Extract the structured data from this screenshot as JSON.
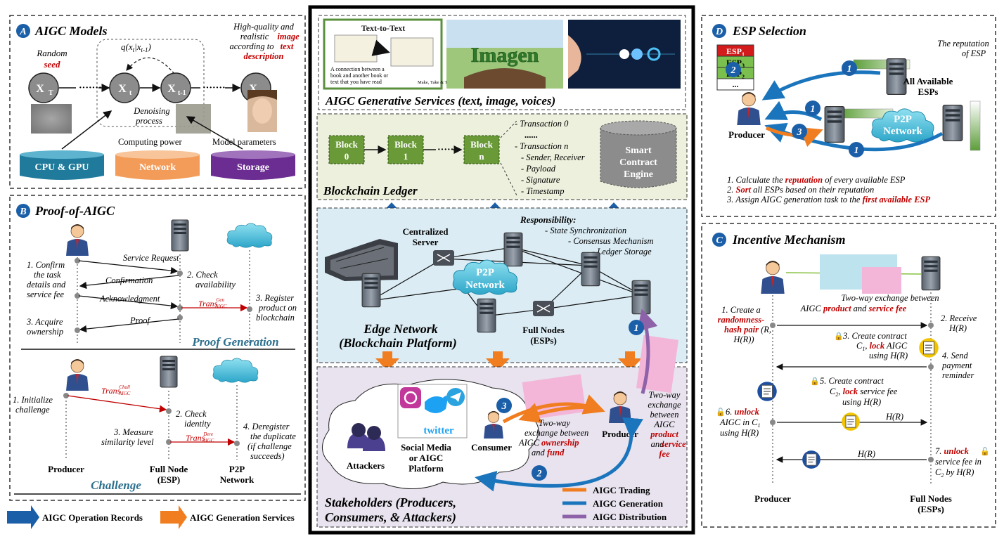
{
  "panelA": {
    "badge": "A",
    "title": "AIGC Models",
    "random": "Random",
    "seed": "seed",
    "hq1": "High-quality and",
    "hq2": "realistic",
    "hq_image": "image",
    "hq3": "according to",
    "hq_text": "text",
    "hq4": "description",
    "formula": "q(x",
    "nodes": [
      "X",
      "X",
      "X",
      "X"
    ],
    "denoise1": "Denoising",
    "denoise2": "process",
    "computing": "Computing power",
    "model_params": "Model parameters",
    "resources": [
      {
        "label": "CPU & GPU",
        "color": "#1f7a9b"
      },
      {
        "label": "Network",
        "color": "#f39c5a"
      },
      {
        "label": "Storage",
        "color": "#6b2d91"
      }
    ]
  },
  "panelB": {
    "badge": "B",
    "title": "Proof-of-AIGC",
    "left1": [
      "1. Confirm",
      "the task",
      "details and",
      "service fee"
    ],
    "left3": [
      "3. Acquire",
      "ownership"
    ],
    "check": [
      "2. Check",
      "availability"
    ],
    "register": [
      "3. Register",
      "product on",
      "blockchain"
    ],
    "msgs": [
      "Service Request",
      "Confirmation",
      "Acknowledgment",
      "Proof"
    ],
    "trans_gen": "Trans",
    "proof_generation": "Proof Generation",
    "init": [
      "1. Initialize",
      "challenge"
    ],
    "check_id": [
      "2. Check",
      "identity"
    ],
    "measure": [
      "3. Measure",
      "similarity level"
    ],
    "dereg": [
      "4. Deregister",
      "the duplicate",
      "(if challenge",
      "succeeds)"
    ],
    "producer": "Producer",
    "full_node": [
      "Full Node",
      "(ESP)"
    ],
    "p2p": [
      "P2P",
      "Network"
    ],
    "challenge": "Challenge"
  },
  "center": {
    "services_title": "AIGC Generative Services (text, image, voices)",
    "ttt_title": "Text-to-Text",
    "ttt_caption1": "A connection between a",
    "ttt_caption2": "book and another book or",
    "ttt_caption3": "text that you have read",
    "ttt_brand": "Make, Take & Teach",
    "imagen": "Imagen",
    "blocks": [
      {
        "title": "Block",
        "sub": "0"
      },
      {
        "title": "Block",
        "sub": "1"
      },
      {
        "title": "Block",
        "sub": "n"
      }
    ],
    "tx": [
      "- Transaction 0",
      "......",
      "- Transaction n",
      "- Sender, Receiver",
      "- Payload",
      "- Signature",
      "- Timestamp"
    ],
    "smart": [
      "Smart",
      "Contract",
      "Engine"
    ],
    "ledger": "Blockchain Ledger",
    "centralized": [
      "Centralized",
      "Server"
    ],
    "responsibility": "Responsibility:",
    "resp_items": [
      "- State Synchronization",
      "- Consensus Mechanism",
      "- Ledger Storage"
    ],
    "p2p": [
      "P2P",
      "Network"
    ],
    "full_nodes": [
      "Full Nodes",
      "(ESPs)"
    ],
    "edge": [
      "Edge Network",
      "(Blockchain Platform)"
    ],
    "social": [
      "Social Media",
      "or AIGC",
      "Platform"
    ],
    "twitter": "twitter",
    "attackers": "Attackers",
    "consumer": "Consumer",
    "producer": "Producer",
    "exchange1": [
      "Two-way",
      "exchange between",
      "AIGC",
      "ownership",
      "and",
      "fund"
    ],
    "exchange2": [
      "Two-way",
      "exchange",
      "between",
      "AIGC",
      "product",
      "and",
      "service",
      "fee"
    ],
    "stakeholders": [
      "Stakeholders (Producers,",
      "Consumers, & Attackers)"
    ],
    "legend": [
      {
        "label": "AIGC Trading",
        "color": "#f07d1f"
      },
      {
        "label": "AIGC Generation",
        "color": "#1b75bc"
      },
      {
        "label": "AIGC Distribution",
        "color": "#8e62a8"
      }
    ],
    "steps": [
      "1",
      "2",
      "3"
    ]
  },
  "panelD": {
    "badge": "D",
    "title": "ESP Selection",
    "rep": [
      "The reputation",
      "of ESP"
    ],
    "esp_list": [
      "ESP",
      "ESP",
      "ESP",
      "..."
    ],
    "esp_subs": [
      "1",
      "3",
      "2",
      ""
    ],
    "all_esps": [
      "All Available",
      "ESPs"
    ],
    "p2p": [
      "P2P",
      "Network"
    ],
    "producer": "Producer",
    "steps": [
      {
        "pre": "1. Calculate the ",
        "hl": "reputation",
        "post": " of every available ESP"
      },
      {
        "pre": "2. ",
        "hl": "Sort",
        "post": " all ESPs based on their reputation"
      },
      {
        "pre": "3. Assign AIGC generation task to the ",
        "hl": "first available ESP",
        "post": ""
      }
    ]
  },
  "panelC": {
    "badge": "C",
    "title": "Incentive Mechanism",
    "exchange": [
      "Two-way exchange between",
      "AIGC",
      "product",
      "and",
      "service fee"
    ],
    "l1": [
      "1. Create a",
      "randomness-",
      "hash pair",
      "(R,",
      "H(R))"
    ],
    "r2": [
      "2. Receive",
      "H(R)"
    ],
    "c3": [
      "3. Create contract",
      "C",
      ", lock AIGC",
      "using H(R)"
    ],
    "lock_word": "lock",
    "r4": [
      "4. Send",
      "payment",
      "reminder"
    ],
    "c5": [
      "5. Create contract",
      "C",
      ", lock service fee",
      "using H(R)"
    ],
    "l6": [
      "6.",
      "unlock",
      "AIGC in C",
      "using H(R)"
    ],
    "hr": [
      "H(R)",
      "H(R)"
    ],
    "r7": [
      "7.",
      "unlock",
      "service fee in",
      "C",
      "by H(R)"
    ],
    "producer": "Producer",
    "full_nodes": [
      "Full Nodes",
      "(ESPs)"
    ]
  },
  "legend": [
    {
      "label": "AIGC Operation Records",
      "color": "#1b5fa8"
    },
    {
      "label": "AIGC Generation Services",
      "color": "#f07d1f"
    }
  ]
}
